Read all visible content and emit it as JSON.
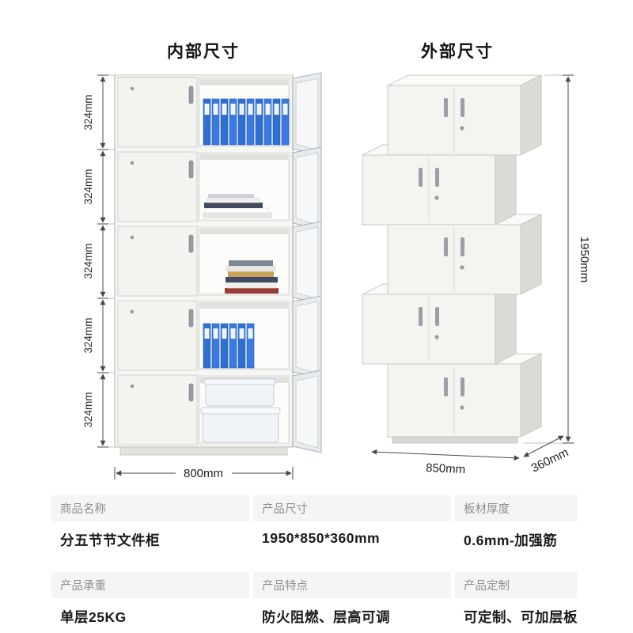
{
  "left_view": {
    "title": "内部尺寸",
    "segment_labels": [
      "324mm",
      "324mm",
      "324mm",
      "324mm",
      "324mm"
    ],
    "width_label": "800mm"
  },
  "right_view": {
    "title": "外部尺寸",
    "height_label": "1950mm",
    "width_label": "850mm",
    "depth_label": "360mm"
  },
  "specs": {
    "cells": [
      {
        "label": "商品名称",
        "value": "分五节节文件柜"
      },
      {
        "label": "产品尺寸",
        "value": "1950*850*360mm"
      },
      {
        "label": "板材厚度",
        "value": "0.6mm-加强筋"
      },
      {
        "label": "产品承重",
        "value": "单层25KG"
      },
      {
        "label": "产品特点",
        "value": "防火阻燃、层高可调"
      },
      {
        "label": "产品定制",
        "value": "可定制、可加层板"
      }
    ]
  },
  "colors": {
    "binder_blue": "#2f6fd0",
    "cabinet_white": "#f4f4f1",
    "dimension_line": "#4a4a4a"
  }
}
